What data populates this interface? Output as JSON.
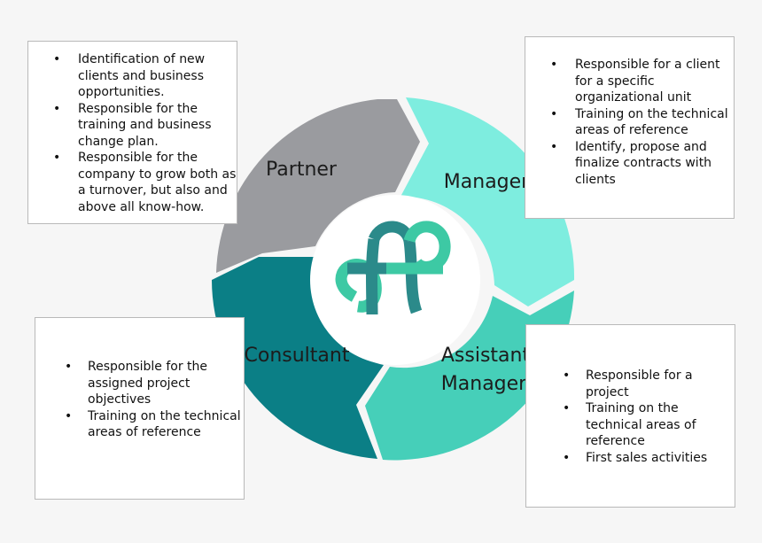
{
  "segments": {
    "partner": {
      "label": "Partner",
      "color": "#9a9b9f"
    },
    "manager": {
      "label": "Manager",
      "color": "#7eeddf"
    },
    "assistant_manager": {
      "label_line1": "Assistant",
      "label_line2": "Manager",
      "color": "#46cfb9"
    },
    "consultant": {
      "label": "Consultant",
      "color": "#0b7f86"
    }
  },
  "logo": {
    "icon": "intertwined-ff-logo-icon",
    "colors": [
      "#2b8a8a",
      "#3dc9a4"
    ]
  },
  "boxes": {
    "partner": [
      "Identification of new clients and business opportunities.",
      "Responsible for the training and business change plan.",
      "Responsible for the company to grow both as a turnover, but also and above all know-how."
    ],
    "manager": [
      "Responsible for a client for a specific organizational unit",
      "Training on the technical areas of reference",
      "Identify, propose and finalize contracts with clients"
    ],
    "consultant": [
      "Responsible for the assigned project objectives",
      "Training on the technical areas of reference"
    ],
    "assistant_manager": [
      "Responsible for a project",
      "Training on the technical areas of reference",
      "First sales activities"
    ]
  }
}
